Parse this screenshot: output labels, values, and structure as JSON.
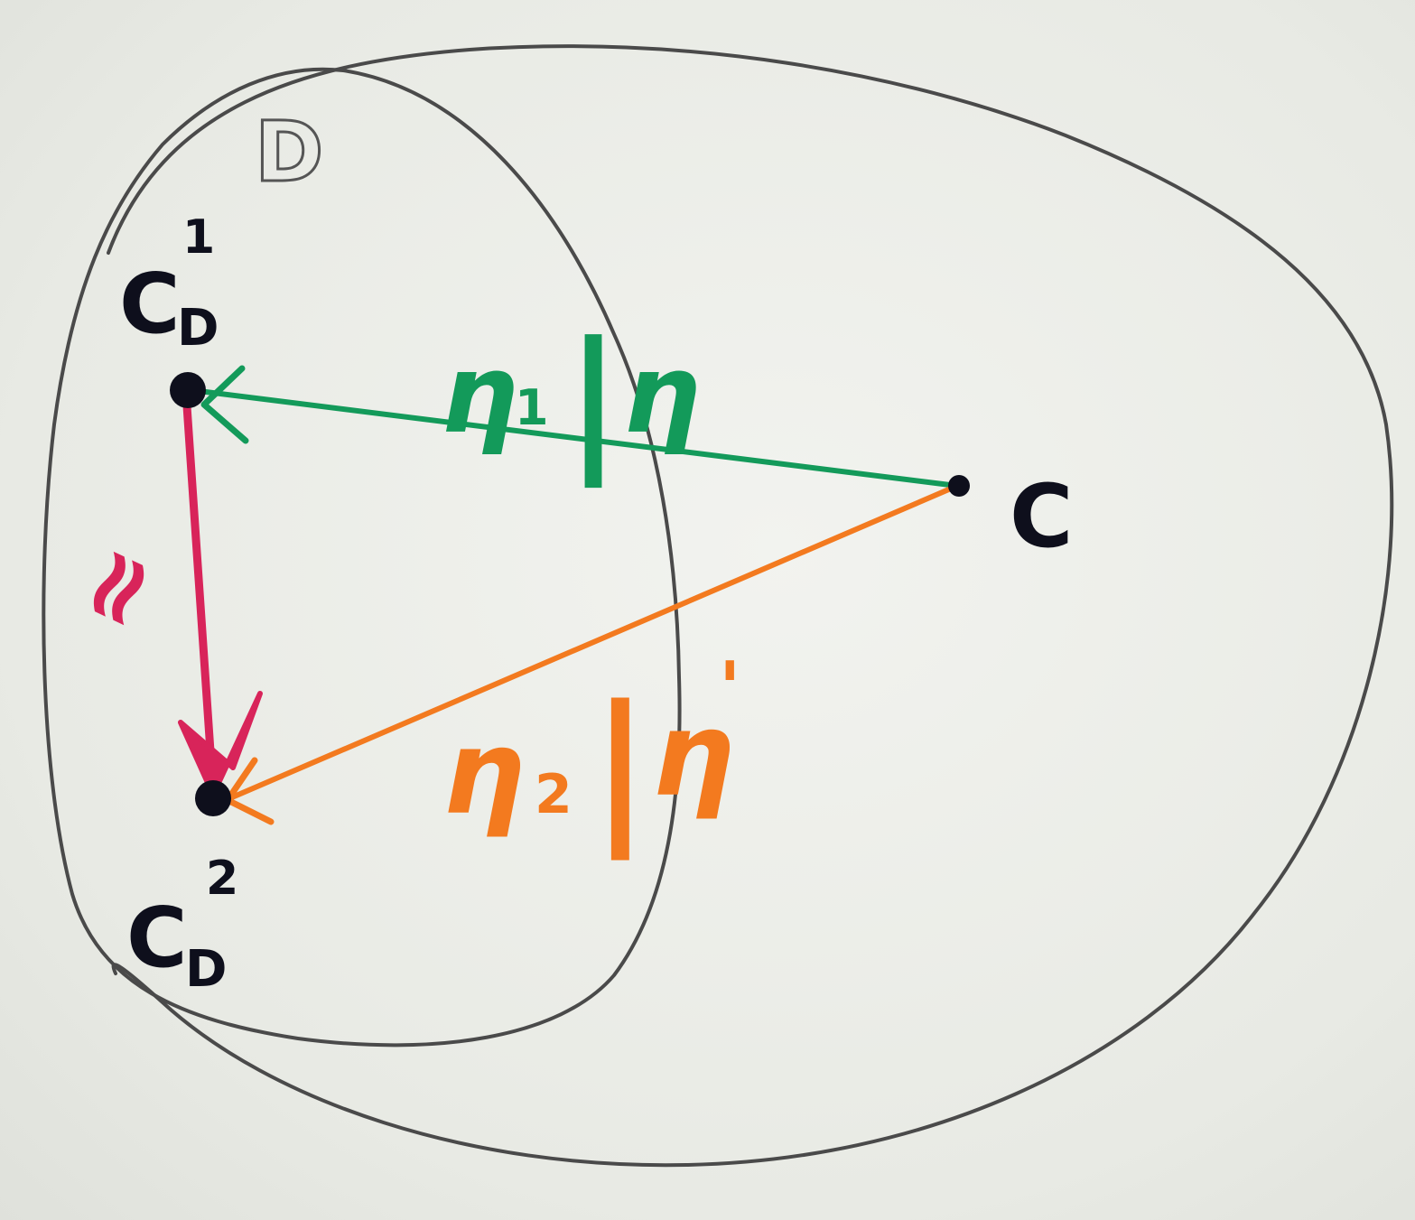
{
  "diagram": {
    "colors": {
      "paper": "#eceee9",
      "pencil": "#4a4a4a",
      "ink": "#0e0f1c",
      "green": "#139a5a",
      "orange": "#f37a1f",
      "red": "#d8245a"
    },
    "labels": {
      "region_inner": "D",
      "node_c": "C",
      "node_c1_base": "C",
      "node_c1_sub": "D",
      "node_c1_sup": "1",
      "node_c2_base": "C",
      "node_c2_sub": "D",
      "node_c2_sup": "2",
      "green_edge_left": "η",
      "green_edge_left_sub": "1",
      "green_edge_sep": "|",
      "green_edge_right": "η",
      "orange_edge_left": "η",
      "orange_edge_left_sub": "2",
      "orange_edge_sep": "|",
      "orange_edge_right": "η",
      "orange_edge_right_prime": "'",
      "red_edge": "≈"
    },
    "edges": [
      {
        "from": "C",
        "to": "C_D^1",
        "color": "green"
      },
      {
        "from": "C",
        "to": "C_D^2",
        "color": "orange"
      },
      {
        "from": "C_D^1",
        "to": "C_D^2",
        "color": "red"
      }
    ]
  }
}
